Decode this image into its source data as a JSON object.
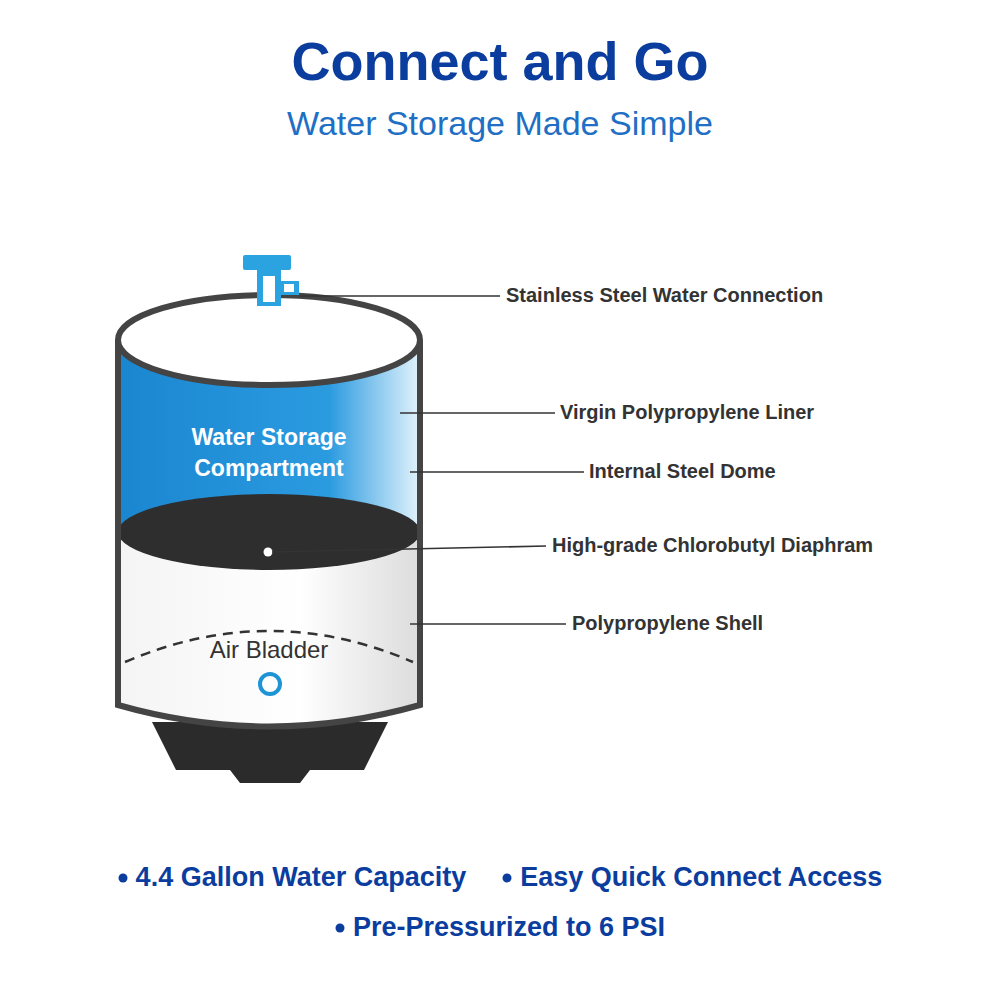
{
  "diagram": {
    "title": "Connect and Go",
    "nodes": [
      {
        "text": [
          "Water Storage Compartment"
        ]
      },
      {
        "text": [
          "Air Bladder"
        ]
      }
    ],
    "labels": [
      "Water Storage Made Simple",
      "Stainless Steel Water Connection",
      "Virgin Polypropylene Liner",
      "Internal Steel Dome",
      "High-grade Chlorobutyl Diaphram",
      "Polypropylene Shell",
      "4.4 Gallon Water Capacity",
      "Easy Quick Connect Access",
      "Pre-Pressurized to 6 PSI"
    ]
  }
}
